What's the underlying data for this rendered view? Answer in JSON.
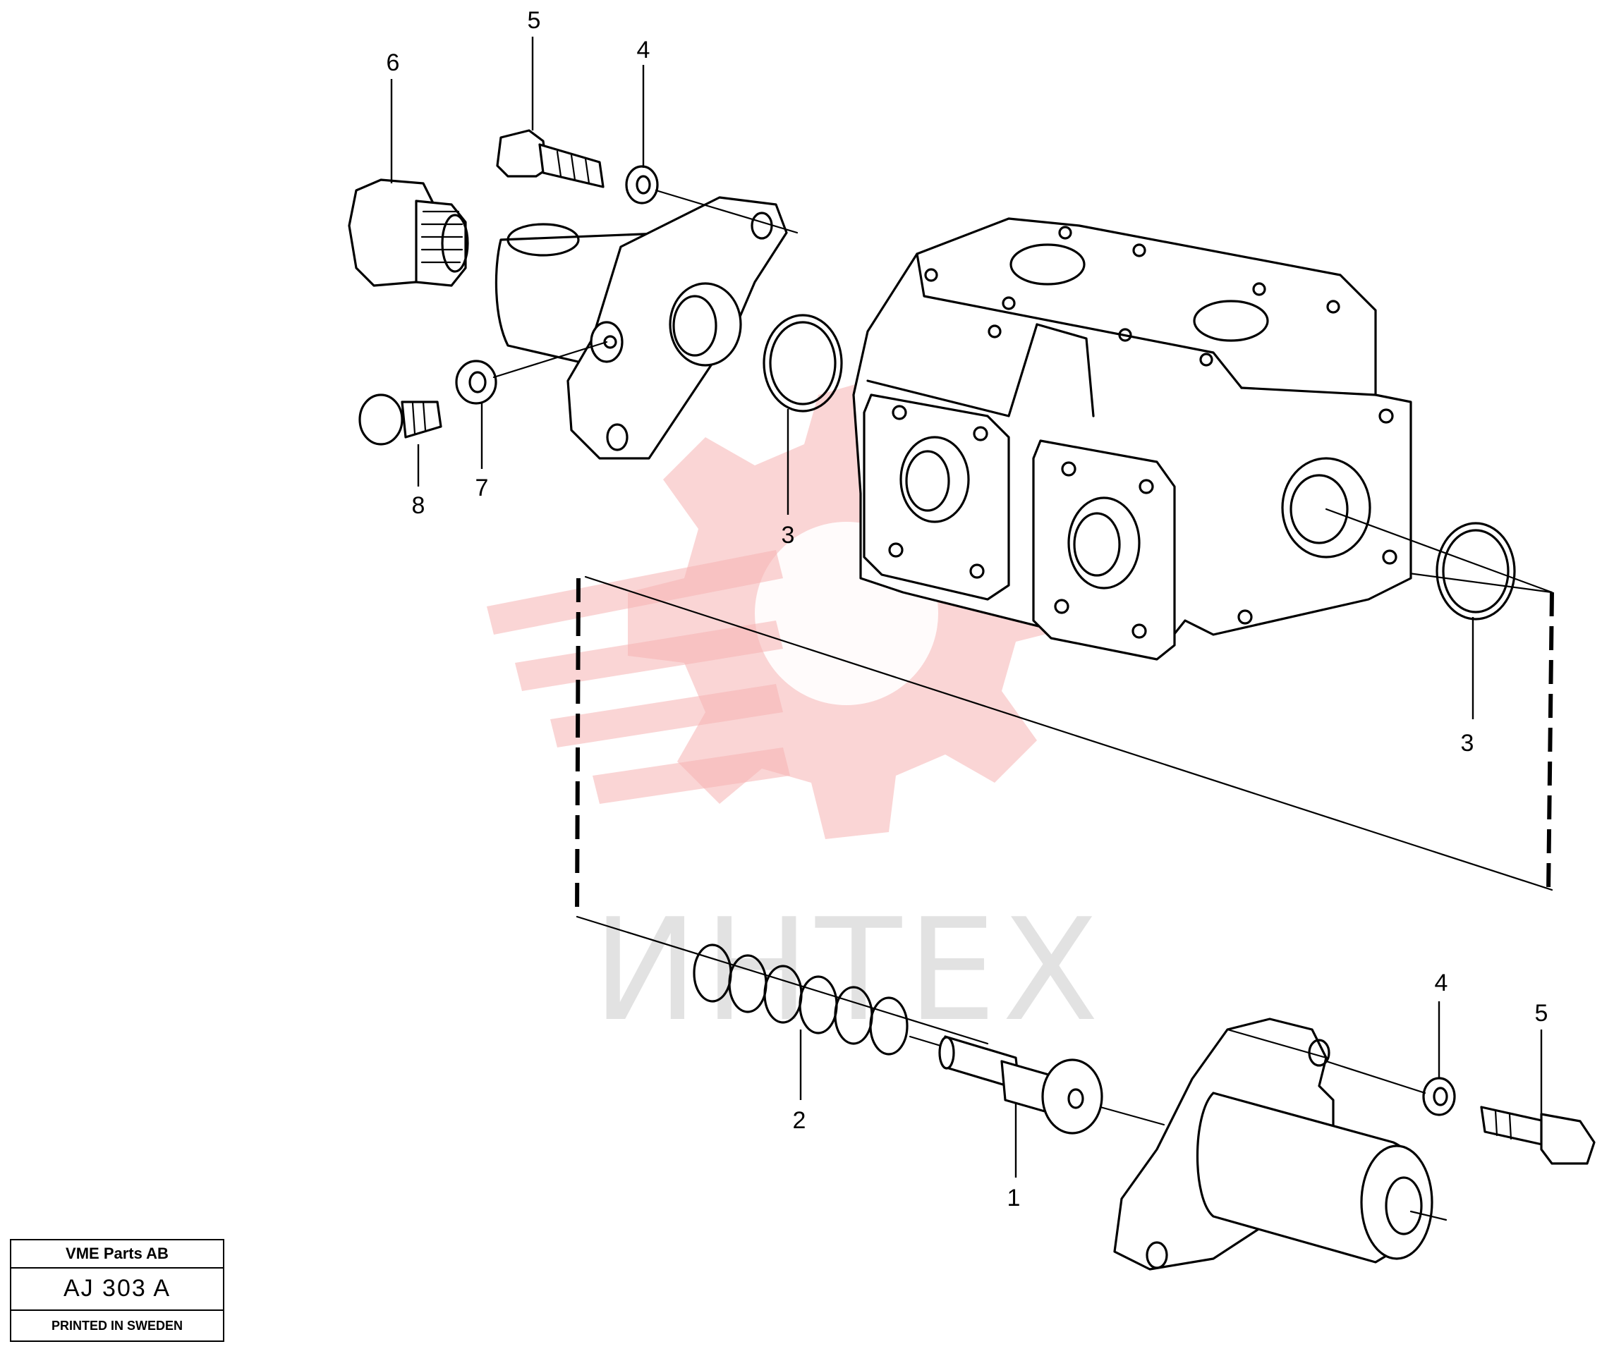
{
  "diagram": {
    "watermark_text": "ИНТЕХ",
    "callouts": {
      "c1": "1",
      "c2": "2",
      "c3a": "3",
      "c3b": "3",
      "c4a": "4",
      "c4b": "4",
      "c5a": "5",
      "c5b": "5",
      "c6": "6",
      "c7": "7",
      "c8": "8"
    }
  },
  "title_block": {
    "company": "VME Parts AB",
    "code": "AJ 303 A",
    "printed": "PRINTED IN SWEDEN"
  }
}
